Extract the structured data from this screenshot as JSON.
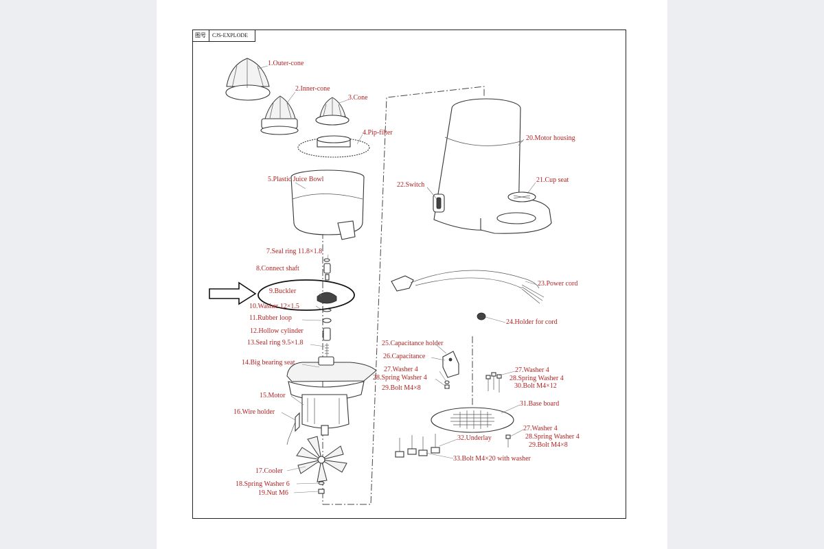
{
  "sheet": {
    "drawing_no_label": "图号",
    "drawing_code": "CJS-EXPLODE"
  },
  "parts": [
    {
      "id": "p1",
      "text": "1.Outer-cone"
    },
    {
      "id": "p2",
      "text": "2.Inner-cone"
    },
    {
      "id": "p3",
      "text": "3.Cone"
    },
    {
      "id": "p4",
      "text": "4.Pip-filter"
    },
    {
      "id": "p5",
      "text": "5.Plastic Juice Bowl"
    },
    {
      "id": "p7",
      "text": "7.Seal ring 11.8×1.8"
    },
    {
      "id": "p8",
      "text": "8.Connect shaft"
    },
    {
      "id": "p9",
      "text": "9.Buckler"
    },
    {
      "id": "p10",
      "text": "10.Washer 12×1.5"
    },
    {
      "id": "p11",
      "text": "11.Rubber loop"
    },
    {
      "id": "p12",
      "text": "12.Hollow cylinder"
    },
    {
      "id": "p13",
      "text": "13.Seal ring 9.5×1.8"
    },
    {
      "id": "p14",
      "text": "14.Big bearing seat"
    },
    {
      "id": "p15",
      "text": "15.Motor"
    },
    {
      "id": "p16",
      "text": "16.Wire holder"
    },
    {
      "id": "p17",
      "text": "17.Cooler"
    },
    {
      "id": "p18",
      "text": "18.Spring Washer 6"
    },
    {
      "id": "p19",
      "text": "19.Nut M6"
    },
    {
      "id": "p20",
      "text": "20.Motor housing"
    },
    {
      "id": "p21",
      "text": "21.Cup seat"
    },
    {
      "id": "p22",
      "text": "22.Switch"
    },
    {
      "id": "p23",
      "text": "23.Power cord"
    },
    {
      "id": "p24",
      "text": "24.Holder for cord"
    },
    {
      "id": "p25",
      "text": "25.Capacitance holder"
    },
    {
      "id": "p26",
      "text": "26.Capacitance"
    },
    {
      "id": "p27a",
      "text": "27.Washer 4"
    },
    {
      "id": "p28a",
      "text": "28.Spring Washer 4"
    },
    {
      "id": "p29a",
      "text": "29.Bolt M4×8"
    },
    {
      "id": "p27b",
      "text": "27.Washer 4"
    },
    {
      "id": "p28b",
      "text": "28.Spring Washer 4"
    },
    {
      "id": "p30",
      "text": "30.Bolt M4×12"
    },
    {
      "id": "p31",
      "text": "31.Base board"
    },
    {
      "id": "p27c",
      "text": "27.Washer 4"
    },
    {
      "id": "p28c",
      "text": "28.Spring Washer 4"
    },
    {
      "id": "p29c",
      "text": "29.Bolt M4×8"
    },
    {
      "id": "p32",
      "text": "32.Underlay"
    },
    {
      "id": "p33",
      "text": "33.Bolt M4×20 with washer"
    }
  ],
  "colors": {
    "label": "#b22222",
    "line": "#333333",
    "highlight": "#111111"
  },
  "icons": [
    "arrow-right-icon"
  ]
}
